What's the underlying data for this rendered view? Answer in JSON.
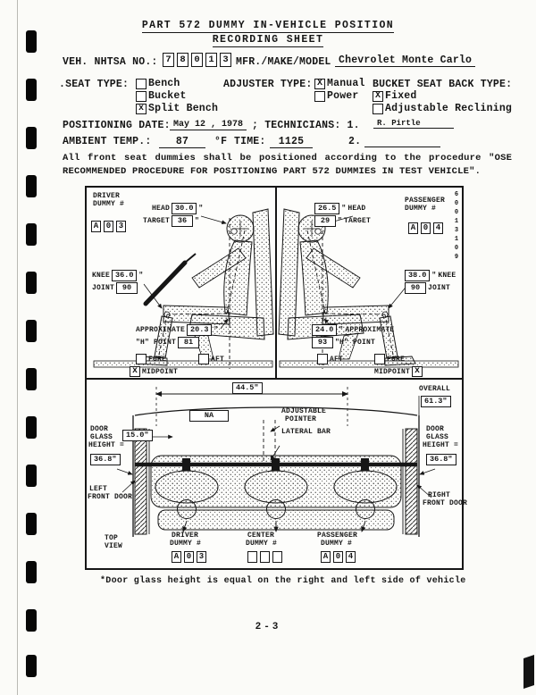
{
  "page": {
    "title1": "PART 572 DUMMY IN-VEHICLE POSITION",
    "title2": "RECORDING SHEET",
    "page_number": "2-3",
    "side_code": "60013109",
    "footnote": "*Door glass height is equal on the right and left side of vehicle"
  },
  "sym": {
    "inch": "\""
  },
  "form": {
    "veh_label": "VEH. NHTSA NO.:",
    "veh_digits": [
      "7",
      "8",
      "0",
      "1",
      "3"
    ],
    "mfr_label": "MFR./MAKE/MODEL",
    "mfr_value": "Chevrolet Monte Carlo",
    "seat_type_label": ".SEAT TYPE:",
    "seat_bench": "Bench",
    "seat_bench_chk": "",
    "seat_bucket": "Bucket",
    "seat_bucket_chk": "",
    "seat_split": "Split Bench",
    "seat_split_chk": "x",
    "adjuster_label": "ADJUSTER TYPE:",
    "adj_manual": "Manual",
    "adj_manual_chk": "X",
    "adj_power": "Power",
    "adj_power_chk": "",
    "bucket_back_label": "BUCKET SEAT BACK TYPE:",
    "back_fixed": "Fixed",
    "back_fixed_chk": "X",
    "back_adj": "Adjustable Reclining",
    "back_adj_chk": "",
    "date_label": "POSITIONING DATE:",
    "date_value": "May 12 , 1978",
    "tech_label": "; TECHNICIANS: 1.",
    "tech1": "R. Pirtle",
    "temp_label": "AMBIENT TEMP.:",
    "temp_value": "87",
    "temp_unit": "°F",
    "time_label": "TIME:",
    "time_value": "1125",
    "tech2_label": "2.",
    "note1": "All front seat dummies shall be positioned according to the procedure \"OSE",
    "note2": "RECOMMENDED PROCEDURE FOR POSITIONING PART 572 DUMMIES IN TEST VEHICLE\"."
  },
  "side_view": {
    "driver_label1": "DRIVER",
    "driver_label2": "DUMMY #",
    "driver_id": [
      "A",
      "0",
      "3"
    ],
    "d_head_label": "HEAD",
    "d_head": "30.0",
    "d_target_label": "TARGET",
    "d_target": "36",
    "d_knee_label": "KNEE",
    "d_knee": "36.0",
    "d_joint_label": "JOINT",
    "d_knee_angle": "90",
    "d_approx_label": "APPROXIMATE",
    "d_h": "20.3",
    "d_hpoint_label": "\"H\" POINT",
    "d_h_angle": "81",
    "d_fore": "FORE",
    "d_fore_chk": "",
    "d_aft": "AFT",
    "d_aft_chk": "",
    "d_mid": "MIDPOINT",
    "d_mid_chk": "x",
    "pass_label1": "PASSENGER",
    "pass_label2": "DUMMY #",
    "pass_id": [
      "A",
      "0",
      "4"
    ],
    "p_head": "26.5",
    "p_head_label": "HEAD",
    "p_target": "29",
    "p_target_label": "TARGET",
    "p_knee": "38.0",
    "p_knee_label": "KNEE",
    "p_knee_angle": "90",
    "p_joint_label": "JOINT",
    "p_h": "24.0",
    "p_approx_label": "APPROXIMATE",
    "p_h_angle": "93",
    "p_hpoint_label": "\"H\" POINT",
    "p_aft": "AFT",
    "p_aft_chk": "",
    "p_fore": "FORE",
    "p_fore_chk": "",
    "p_mid": "MIDPOINT",
    "p_mid_chk": "x"
  },
  "top_view": {
    "width_dim": "44.5\"",
    "overall_label": "OVERALL",
    "overall_value": "61.3\"",
    "na": "NA",
    "adj_pointer1": "ADJUSTABLE",
    "adj_pointer2": "POINTER",
    "lateral_bar": "LATERAL BAR",
    "dim15": "15.0\"",
    "glass_l1": "DOOR",
    "glass_l2": "GLASS",
    "glass_l3": "HEIGHT =",
    "glass_left_value": "36.8\"",
    "glass_right_value": "36.8\"",
    "left_door1": "LEFT",
    "left_door2": "FRONT DOOR",
    "right_door1": "RIGHT",
    "right_door2": "FRONT DOOR",
    "view1": "TOP",
    "view2": "VIEW",
    "driver_label1": "DRIVER",
    "driver_label2": "DUMMY #",
    "driver_id": [
      "A",
      "0",
      "3"
    ],
    "center_label1": "CENTER",
    "center_label2": "DUMMY #",
    "center_id": [
      "",
      "",
      ""
    ],
    "pass_label1": "PASSENGER",
    "pass_label2": "DUMMY #",
    "pass_id": [
      "A",
      "0",
      "4"
    ]
  }
}
